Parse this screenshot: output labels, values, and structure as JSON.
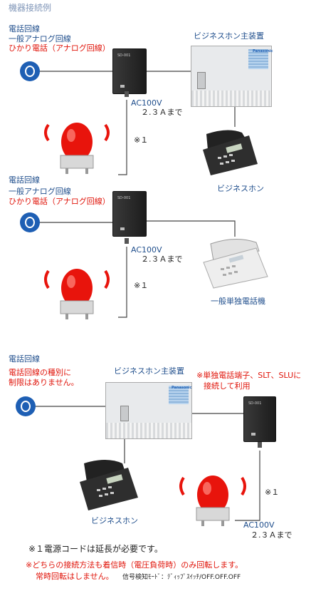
{
  "title": "機器接続例",
  "section1": {
    "line_label": "電話回線",
    "analog_label": "一般アナログ回線",
    "hikari_label": "ひかり電話（アナログ回線）",
    "pbx_label": "ビジネスホン主装置",
    "ac_label": "AC100V",
    "amp_label": "２.３Ａまで",
    "note_mark": "※１",
    "phone_label": "ビジネスホン"
  },
  "section2": {
    "line_label": "電話回線",
    "analog_label": "一般アナログ回線",
    "hikari_label": "ひかり電話（アナログ回線）",
    "ac_label": "AC100V",
    "amp_label": "２.３Ａまで",
    "note_mark": "※１",
    "phone_label": "一般単独電話機"
  },
  "section3": {
    "line_label": "電話回線",
    "restrict_line1": "電話回線の種別に",
    "restrict_line2": "制限はありません。",
    "pbx_label": "ビジネスホン主装置",
    "slt_line1": "※単独電話端子、SLT、SLUに",
    "slt_line2": "接続して利用",
    "note_mark": "※１",
    "phone_label": "ビジネスホン",
    "ac_label": "AC100V",
    "amp_label": "２.３Ａまで"
  },
  "footer": {
    "note1": "※１電源コードは延長が必要です。",
    "note2_line1": "※どちらの接続方法も着信時（電圧負荷時）のみ回転します。",
    "note2_line2": "常時回転はしません。",
    "mode_text": "信号検知ﾓｰﾄﾞ：ﾃﾞｨｯﾌﾟｽｲｯﾁ/OFF.OFF.OFF"
  },
  "device_label": "SD-001",
  "pbx_brand": "Panasonic",
  "colors": {
    "title": "#8096b8",
    "line_blue": "#1f4e8c",
    "hikari_red": "#e0140a",
    "lamp_red": "#e8140c",
    "jack_blue": "#1e5fb4"
  }
}
